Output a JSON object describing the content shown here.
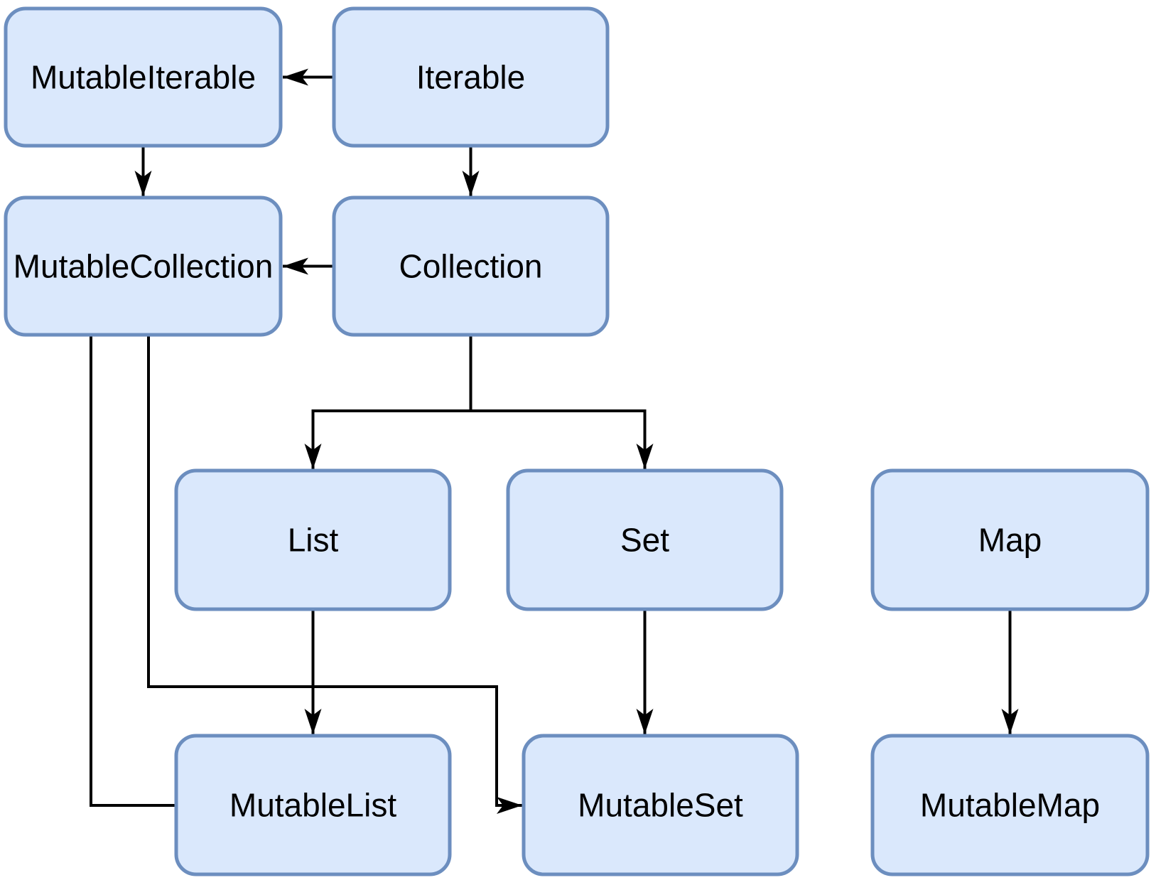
{
  "colors": {
    "node_fill": "#dae8fc",
    "node_stroke": "#6c8ebf",
    "edge_color": "#000000",
    "text_color": "#000000",
    "background": "#ffffff"
  },
  "nodes": [
    {
      "id": "mutable-iterable",
      "label": "MutableIterable"
    },
    {
      "id": "iterable",
      "label": "Iterable"
    },
    {
      "id": "mutable-collection",
      "label": "MutableCollection"
    },
    {
      "id": "collection",
      "label": "Collection"
    },
    {
      "id": "list",
      "label": "List"
    },
    {
      "id": "set",
      "label": "Set"
    },
    {
      "id": "map",
      "label": "Map"
    },
    {
      "id": "mutable-list",
      "label": "MutableList"
    },
    {
      "id": "mutable-set",
      "label": "MutableSet"
    },
    {
      "id": "mutable-map",
      "label": "MutableMap"
    }
  ],
  "edges": [
    {
      "from": "iterable",
      "to": "mutable-iterable",
      "arrowhead": true
    },
    {
      "from": "mutable-iterable",
      "to": "mutable-collection",
      "arrowhead": true
    },
    {
      "from": "iterable",
      "to": "collection",
      "arrowhead": true
    },
    {
      "from": "collection",
      "to": "mutable-collection",
      "arrowhead": true
    },
    {
      "from": "collection",
      "to": "list",
      "arrowhead": true
    },
    {
      "from": "collection",
      "to": "set",
      "arrowhead": true
    },
    {
      "from": "list",
      "to": "mutable-list",
      "arrowhead": true
    },
    {
      "from": "set",
      "to": "mutable-set",
      "arrowhead": true
    },
    {
      "from": "map",
      "to": "mutable-map",
      "arrowhead": true
    },
    {
      "from": "mutable-collection",
      "to": "mutable-list",
      "arrowhead": false
    },
    {
      "from": "mutable-collection",
      "to": "mutable-set",
      "arrowhead": true
    }
  ]
}
